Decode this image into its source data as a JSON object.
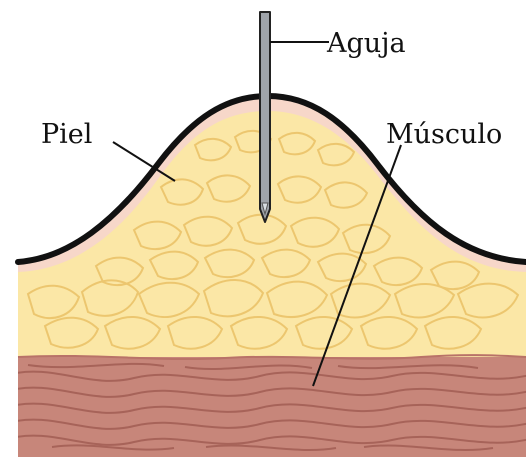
{
  "labels": {
    "needle": "Aguja",
    "skin": "Piel",
    "muscle": "Músculo"
  },
  "colors": {
    "background": "#ffffff",
    "fat_fill": "#fbe7a6",
    "fat_cell_lines": "#e9bf62",
    "skin_layer": "#f7d7c9",
    "skin_outline": "#111111",
    "muscle_fill": "#c7867a",
    "muscle_fibers": "#a25e54",
    "needle_fill": "#9fa4aa",
    "needle_outline": "#222222"
  }
}
